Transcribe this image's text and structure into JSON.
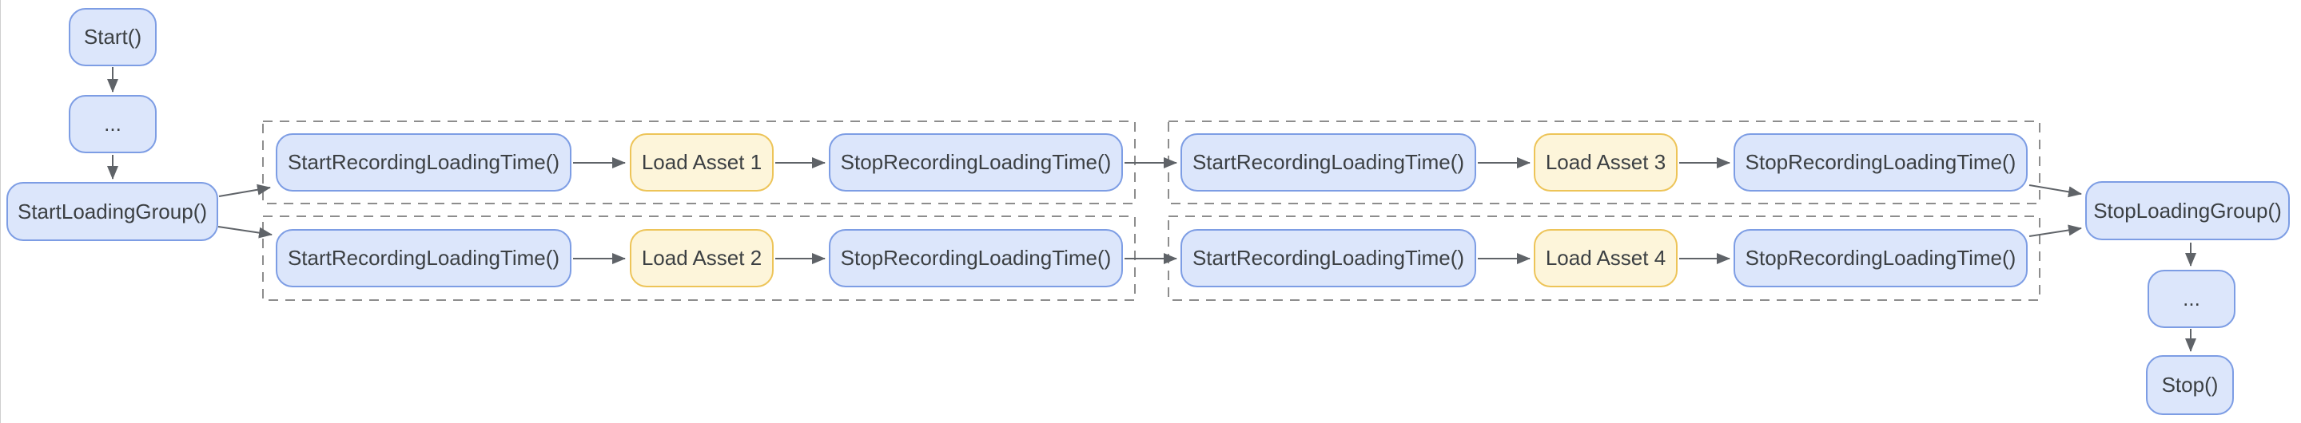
{
  "colors": {
    "step_fill": "#dce6fb",
    "step_border": "#7d9de4",
    "asset_fill": "#fdf5da",
    "asset_border": "#edc458",
    "arrow": "#5f6368",
    "frame_border": "#8d8d8d",
    "text": "#3c4043",
    "background": "#ffffff",
    "edge_line": "#cfcfcf"
  },
  "nodes": [
    {
      "id": "start",
      "label": "Start()",
      "type": "step"
    },
    {
      "id": "ellipsis-top",
      "label": "...",
      "type": "step"
    },
    {
      "id": "start-loading-group",
      "label": "StartLoadingGroup()",
      "type": "step"
    },
    {
      "id": "g1r1-start-recording",
      "label": "StartRecordingLoadingTime()",
      "type": "step"
    },
    {
      "id": "g1r1-load-asset",
      "label": "Load Asset 1",
      "type": "asset"
    },
    {
      "id": "g1r1-stop-recording",
      "label": "StopRecordingLoadingTime()",
      "type": "step"
    },
    {
      "id": "g1r2-start-recording",
      "label": "StartRecordingLoadingTime()",
      "type": "step"
    },
    {
      "id": "g1r2-load-asset",
      "label": "Load Asset 2",
      "type": "asset"
    },
    {
      "id": "g1r2-stop-recording",
      "label": "StopRecordingLoadingTime()",
      "type": "step"
    },
    {
      "id": "g2r1-start-recording",
      "label": "StartRecordingLoadingTime()",
      "type": "step"
    },
    {
      "id": "g2r1-load-asset",
      "label": "Load Asset 3",
      "type": "asset"
    },
    {
      "id": "g2r1-stop-recording",
      "label": "StopRecordingLoadingTime()",
      "type": "step"
    },
    {
      "id": "g2r2-start-recording",
      "label": "StartRecordingLoadingTime()",
      "type": "step"
    },
    {
      "id": "g2r2-load-asset",
      "label": "Load Asset 4",
      "type": "asset"
    },
    {
      "id": "g2r2-stop-recording",
      "label": "StopRecordingLoadingTime()",
      "type": "step"
    },
    {
      "id": "stop-loading-group",
      "label": "StopLoadingGroup()",
      "type": "step"
    },
    {
      "id": "ellipsis-bottom",
      "label": "...",
      "type": "step"
    },
    {
      "id": "stop",
      "label": "Stop()",
      "type": "step"
    }
  ],
  "groups": [
    {
      "id": "loading-group-1-row-1",
      "contains": [
        "g1r1-start-recording",
        "g1r1-load-asset",
        "g1r1-stop-recording"
      ]
    },
    {
      "id": "loading-group-1-row-2",
      "contains": [
        "g1r2-start-recording",
        "g1r2-load-asset",
        "g1r2-stop-recording"
      ]
    },
    {
      "id": "loading-group-2-row-1",
      "contains": [
        "g2r1-start-recording",
        "g2r1-load-asset",
        "g2r1-stop-recording"
      ]
    },
    {
      "id": "loading-group-2-row-2",
      "contains": [
        "g2r2-start-recording",
        "g2r2-load-asset",
        "g2r2-stop-recording"
      ]
    }
  ],
  "edges": [
    {
      "from": "start",
      "to": "ellipsis-top"
    },
    {
      "from": "ellipsis-top",
      "to": "start-loading-group"
    },
    {
      "from": "start-loading-group",
      "to": "g1r1-start-recording"
    },
    {
      "from": "start-loading-group",
      "to": "g1r2-start-recording"
    },
    {
      "from": "g1r1-start-recording",
      "to": "g1r1-load-asset"
    },
    {
      "from": "g1r1-load-asset",
      "to": "g1r1-stop-recording"
    },
    {
      "from": "g1r1-stop-recording",
      "to": "g2r1-start-recording"
    },
    {
      "from": "g1r2-start-recording",
      "to": "g1r2-load-asset"
    },
    {
      "from": "g1r2-load-asset",
      "to": "g1r2-stop-recording"
    },
    {
      "from": "g1r2-stop-recording",
      "to": "g2r2-start-recording"
    },
    {
      "from": "g2r1-start-recording",
      "to": "g2r1-load-asset"
    },
    {
      "from": "g2r1-load-asset",
      "to": "g2r1-stop-recording"
    },
    {
      "from": "g2r1-stop-recording",
      "to": "stop-loading-group"
    },
    {
      "from": "g2r2-start-recording",
      "to": "g2r2-load-asset"
    },
    {
      "from": "g2r2-load-asset",
      "to": "g2r2-stop-recording"
    },
    {
      "from": "g2r2-stop-recording",
      "to": "stop-loading-group"
    },
    {
      "from": "stop-loading-group",
      "to": "ellipsis-bottom"
    },
    {
      "from": "ellipsis-bottom",
      "to": "stop"
    }
  ]
}
